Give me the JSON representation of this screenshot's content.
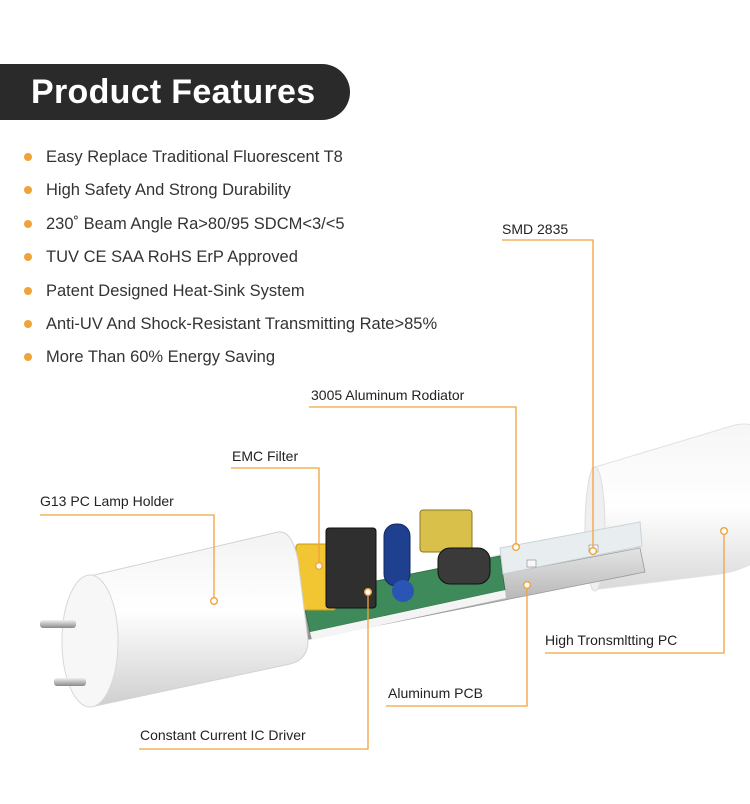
{
  "header": {
    "title": "Product Features"
  },
  "features": [
    "Easy Replace Traditional Fluorescent T8",
    "High Safety And Strong Durability",
    "230˚ Beam Angle Ra>80/95 SDCM<3/<5",
    "TUV CE SAA RoHS ErP Approved",
    "Patent Designed Heat-Sink System",
    "Anti-UV And Shock-Resistant Transmitting Rate>85%",
    "More Than 60% Energy Saving"
  ],
  "callouts": {
    "smd": "SMD 2835",
    "radiator": "3005 Aluminum Rodiator",
    "emc": "EMC Filter",
    "holder": "G13 PC Lamp Holder",
    "pc": "High Tronsmltting PC",
    "pcb": "Aluminum PCB",
    "driver": "Constant Current IC Driver"
  },
  "colors": {
    "accent": "#f2a23a",
    "title_bg": "#2a2a2a"
  }
}
